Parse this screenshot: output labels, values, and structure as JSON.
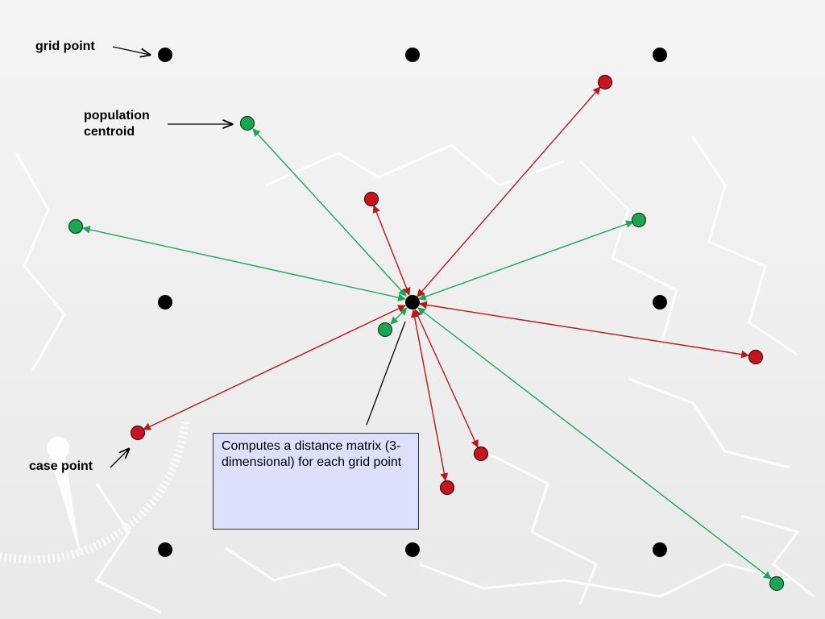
{
  "labels": {
    "grid_point": "grid point",
    "population_centroid_line1": "population",
    "population_centroid_line2": "centroid",
    "case_point": "case point"
  },
  "callout_text": "Computes a distance matrix (3-dimensional) for each grid point",
  "colors": {
    "grid_point": "#000000",
    "population_centroid": "#1aa653",
    "case_point": "#c8141e",
    "green_link": "#1aa653",
    "red_link": "#b81818",
    "callout_fill": "#dde0fb"
  }
}
